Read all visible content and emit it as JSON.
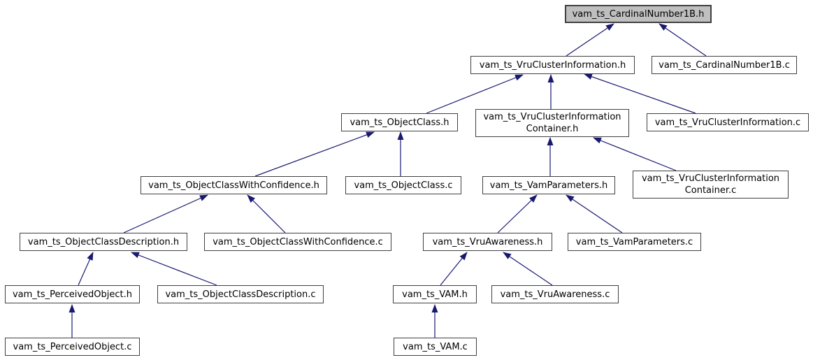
{
  "diagram": {
    "kind": "include-dependency-graph",
    "root_file": "vam_ts_CardinalNumber1B.h",
    "nodes": [
      {
        "id": "cardinalnumber1b-h",
        "label": "vam_ts_CardinalNumber1B.h",
        "highlighted": true
      },
      {
        "id": "vruclusterinformation-h",
        "label": "vam_ts_VruClusterInformation.h",
        "highlighted": false
      },
      {
        "id": "cardinalnumber1b-c",
        "label": "vam_ts_CardinalNumber1B.c",
        "highlighted": false
      },
      {
        "id": "objectclass-h",
        "label": "vam_ts_ObjectClass.h",
        "highlighted": false
      },
      {
        "id": "vruclusterinformationcontainer-h",
        "label": "vam_ts_VruClusterInformationContainer.h",
        "lines": [
          "vam_ts_VruClusterInformation",
          "Container.h"
        ],
        "highlighted": false
      },
      {
        "id": "vruclusterinformation-c",
        "label": "vam_ts_VruClusterInformation.c",
        "highlighted": false
      },
      {
        "id": "objectclasswithconfidence-h",
        "label": "vam_ts_ObjectClassWithConfidence.h",
        "highlighted": false
      },
      {
        "id": "objectclass-c",
        "label": "vam_ts_ObjectClass.c",
        "highlighted": false
      },
      {
        "id": "vamparameters-h",
        "label": "vam_ts_VamParameters.h",
        "highlighted": false
      },
      {
        "id": "vruclusterinformationcontainer-c",
        "label": "vam_ts_VruClusterInformationContainer.c",
        "lines": [
          "vam_ts_VruClusterInformation",
          "Container.c"
        ],
        "highlighted": false
      },
      {
        "id": "objectclassdescription-h",
        "label": "vam_ts_ObjectClassDescription.h",
        "highlighted": false
      },
      {
        "id": "objectclasswithconfidence-c",
        "label": "vam_ts_ObjectClassWithConfidence.c",
        "highlighted": false
      },
      {
        "id": "vruawareness-h",
        "label": "vam_ts_VruAwareness.h",
        "highlighted": false
      },
      {
        "id": "vamparameters-c",
        "label": "vam_ts_VamParameters.c",
        "highlighted": false
      },
      {
        "id": "perceivedobject-h",
        "label": "vam_ts_PerceivedObject.h",
        "highlighted": false
      },
      {
        "id": "objectclassdescription-c",
        "label": "vam_ts_ObjectClassDescription.c",
        "highlighted": false
      },
      {
        "id": "vam-h",
        "label": "vam_ts_VAM.h",
        "highlighted": false
      },
      {
        "id": "vruawareness-c",
        "label": "vam_ts_VruAwareness.c",
        "highlighted": false
      },
      {
        "id": "perceivedobject-c",
        "label": "vam_ts_PerceivedObject.c",
        "highlighted": false
      },
      {
        "id": "vam-c",
        "label": "vam_ts_VAM.c",
        "highlighted": false
      }
    ],
    "edges": [
      {
        "from": "vam_ts_VruClusterInformation.h",
        "to": "vam_ts_CardinalNumber1B.h"
      },
      {
        "from": "vam_ts_CardinalNumber1B.c",
        "to": "vam_ts_CardinalNumber1B.h"
      },
      {
        "from": "vam_ts_ObjectClass.h",
        "to": "vam_ts_VruClusterInformation.h"
      },
      {
        "from": "vam_ts_VruClusterInformationContainer.h",
        "to": "vam_ts_VruClusterInformation.h"
      },
      {
        "from": "vam_ts_VruClusterInformation.c",
        "to": "vam_ts_VruClusterInformation.h"
      },
      {
        "from": "vam_ts_ObjectClassWithConfidence.h",
        "to": "vam_ts_ObjectClass.h"
      },
      {
        "from": "vam_ts_ObjectClass.c",
        "to": "vam_ts_ObjectClass.h"
      },
      {
        "from": "vam_ts_VamParameters.h",
        "to": "vam_ts_VruClusterInformationContainer.h"
      },
      {
        "from": "vam_ts_VruClusterInformationContainer.c",
        "to": "vam_ts_VruClusterInformationContainer.h"
      },
      {
        "from": "vam_ts_ObjectClassDescription.h",
        "to": "vam_ts_ObjectClassWithConfidence.h"
      },
      {
        "from": "vam_ts_ObjectClassWithConfidence.c",
        "to": "vam_ts_ObjectClassWithConfidence.h"
      },
      {
        "from": "vam_ts_VruAwareness.h",
        "to": "vam_ts_VamParameters.h"
      },
      {
        "from": "vam_ts_VamParameters.c",
        "to": "vam_ts_VamParameters.h"
      },
      {
        "from": "vam_ts_PerceivedObject.h",
        "to": "vam_ts_ObjectClassDescription.h"
      },
      {
        "from": "vam_ts_ObjectClassDescription.c",
        "to": "vam_ts_ObjectClassDescription.h"
      },
      {
        "from": "vam_ts_VAM.h",
        "to": "vam_ts_VruAwareness.h"
      },
      {
        "from": "vam_ts_VruAwareness.c",
        "to": "vam_ts_VruAwareness.h"
      },
      {
        "from": "vam_ts_PerceivedObject.c",
        "to": "vam_ts_PerceivedObject.h"
      },
      {
        "from": "vam_ts_VAM.c",
        "to": "vam_ts_VAM.h"
      }
    ]
  },
  "colors": {
    "edge": "#191970",
    "node-border": "#404040",
    "node-fill": "#ffffff",
    "highlight-fill": "#bfbfbf",
    "text": "#000000",
    "background": "#ffffff"
  }
}
